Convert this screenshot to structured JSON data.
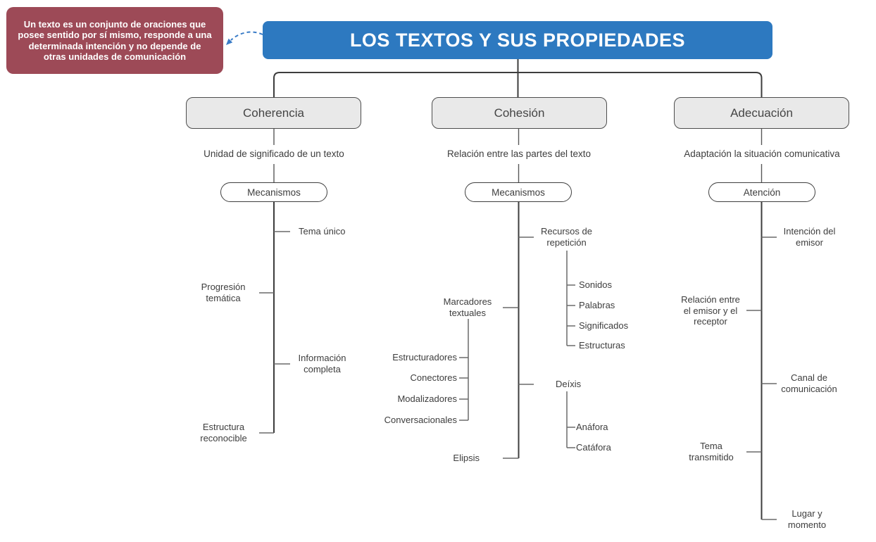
{
  "definition": {
    "text": "Un texto es un conjunto de oraciones que posee sentido por sí mismo, responde a una determinada intención y no depende de otras unidades de comunicación"
  },
  "root": {
    "title": "LOS TEXTOS Y SUS PROPIEDADES"
  },
  "branches": [
    {
      "title": "Coherencia",
      "description": "Unidad de significado de un texto",
      "group_label": "Mecanismos",
      "items": [
        {
          "label": "Tema único"
        },
        {
          "label": "Progresión temática"
        },
        {
          "label": "Información completa"
        },
        {
          "label": "Estructura reconocible"
        }
      ]
    },
    {
      "title": "Cohesión",
      "description": "Relación entre las partes del texto",
      "group_label": "Mecanismos",
      "items": [
        {
          "label": "Recursos de repetición",
          "children": [
            "Sonidos",
            "Palabras",
            "Significados",
            "Estructuras"
          ]
        },
        {
          "label": "Marcadores textuales",
          "children": [
            "Estructuradores",
            "Conectores",
            "Modalizadores",
            "Conversacionales"
          ]
        },
        {
          "label": "Deíxis",
          "children": [
            "Anáfora",
            "Catáfora"
          ]
        },
        {
          "label": "Elipsis"
        }
      ]
    },
    {
      "title": "Adecuación",
      "description": "Adaptación la situación comunicativa",
      "group_label": "Atención",
      "items": [
        {
          "label": "Intención del emisor"
        },
        {
          "label": "Relación entre el emisor y el receptor"
        },
        {
          "label": "Canal de comunicación"
        },
        {
          "label": "Tema transmitido"
        },
        {
          "label": "Lugar y momento"
        }
      ]
    }
  ],
  "colors": {
    "root_bg": "#2d79c0",
    "definition_bg": "#9d4a57",
    "branch_box_bg": "#e9e9e9",
    "branch_box_border": "#4d4d4d",
    "trunk_line": "#3d3d3d",
    "tick_line": "#6a6a6a",
    "arrow": "#3a7cc7",
    "text": "#3d3d3d"
  }
}
